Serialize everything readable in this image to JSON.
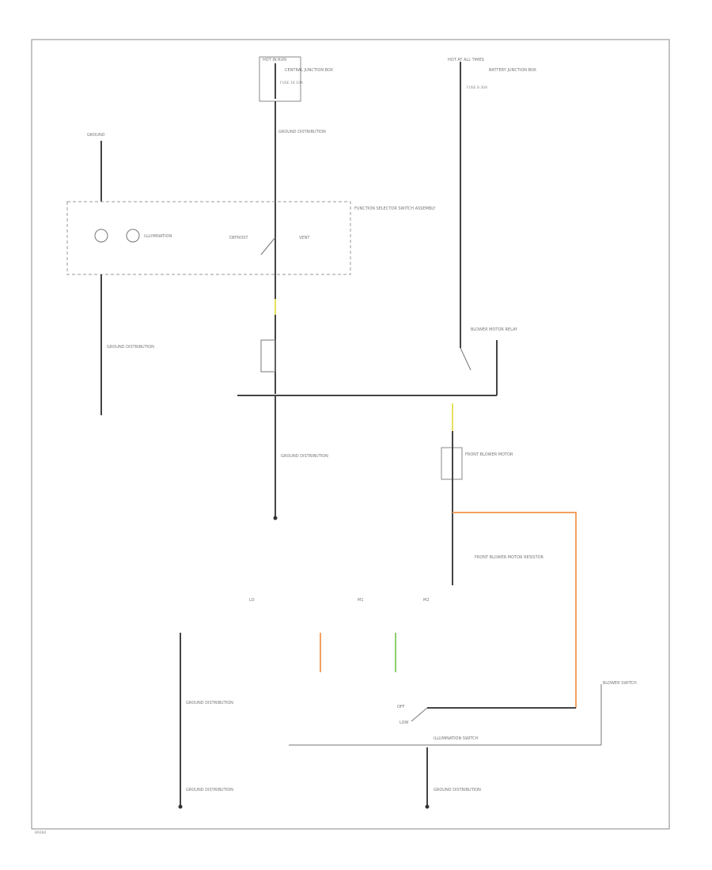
{
  "labels": {
    "hot_run_top": "HOT IN RUN",
    "hot_all_top": "HOT AT ALL TIMES",
    "interior_fuse_box": "CENTRAL JUNCTION BOX",
    "battery_fuse_box": "BATTERY JUNCTION BOX",
    "fuse_left": "FUSE 16 10A",
    "fuse_right": "FUSE 8 30A",
    "gnd_left_top": "GROUND",
    "switch_assembly": "FUNCTION SELECTOR SWITCH ASSEMBLY",
    "illumination": "ILLUMINATION",
    "defrost": "DEFROST",
    "vent": "VENT",
    "blower_relay": "BLOWER MOTOR RELAY",
    "blower_motor": "FRONT BLOWER MOTOR",
    "blower_resistor": "FRONT BLOWER MOTOR RESISTOR",
    "blower_switch": "BLOWER SWITCH",
    "ground_dist_1": "GROUND DISTRIBUTION",
    "ground_dist_2": "GROUND DISTRIBUTION",
    "ground_dist_3": "GROUND DISTRIBUTION",
    "ground_dist_4": "GROUND DISTRIBUTION",
    "ground_dist_5": "GROUND DISTRIBUTION",
    "ground_dist_6": "GROUND DISTRIBUTION",
    "fan_low": "LO",
    "fan_m1": "M1",
    "fan_m2": "M2",
    "switch_off": "OFF",
    "switch_low": "LOW",
    "illum_switch": "ILLUMINATION SWITCH",
    "footer": "89284"
  },
  "wire_colors": {
    "orange": "#f3a060",
    "yellow": "#e8e060",
    "green": "#8fd070",
    "default": "#444444"
  }
}
